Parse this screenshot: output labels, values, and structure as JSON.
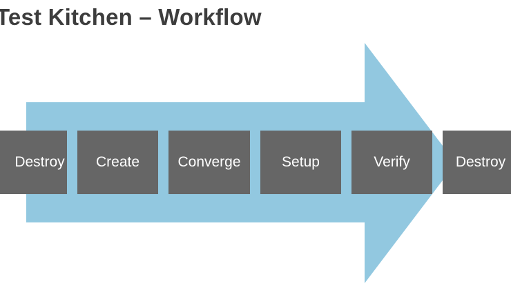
{
  "slide": {
    "title": "Test Kitchen – Workflow"
  },
  "diagram": {
    "steps": [
      "Destroy",
      "Create",
      "Converge",
      "Setup",
      "Verify",
      "Destroy"
    ]
  },
  "colors": {
    "arrow": "#92c8e0",
    "step_box": "#666666",
    "step_text": "#ffffff",
    "title": "#3d3d3d"
  }
}
